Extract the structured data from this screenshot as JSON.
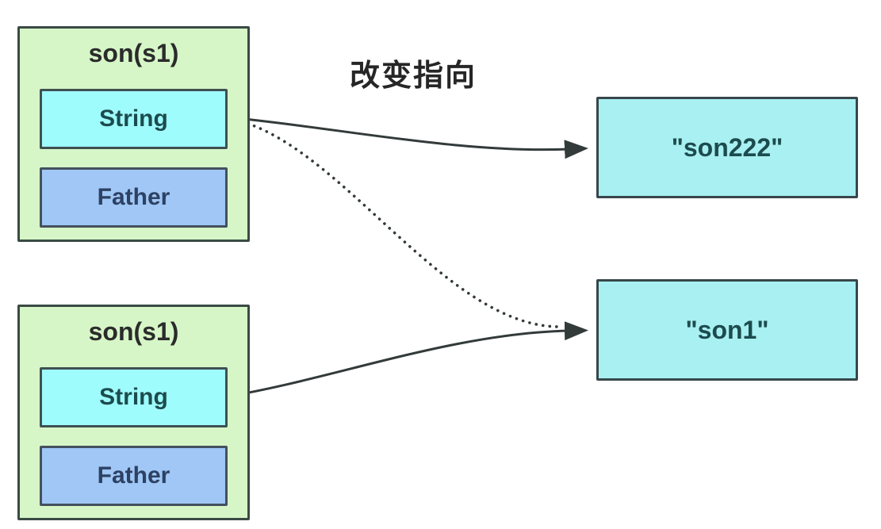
{
  "caption": "改变指向",
  "objects": [
    {
      "title": "son(s1)",
      "fields": [
        {
          "label": "String"
        },
        {
          "label": "Father"
        }
      ]
    },
    {
      "title": "son(s1)",
      "fields": [
        {
          "label": "String"
        },
        {
          "label": "Father"
        }
      ]
    }
  ],
  "heap": [
    {
      "label": "\"son222\""
    },
    {
      "label": "\"son1\""
    }
  ],
  "colors": {
    "object_fill": "#d6f6c7",
    "object_border": "#3a4a44",
    "string_field_fill": "#9ffcfc",
    "father_field_fill": "#a0c7f5",
    "heap_fill": "#a8f0f1",
    "border_dark": "#37474b",
    "arrow": "#333a3a"
  }
}
